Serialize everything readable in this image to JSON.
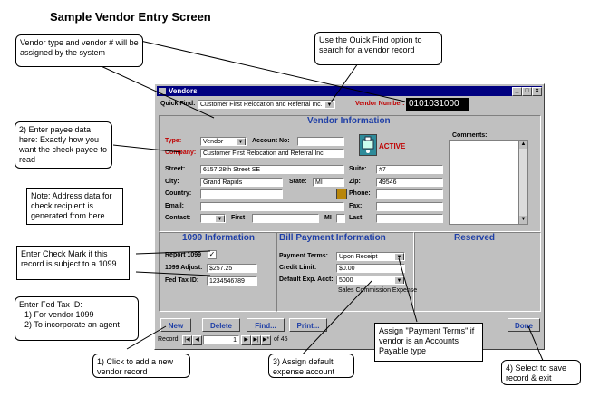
{
  "page_title": "Sample Vendor Entry Screen",
  "window": {
    "title": "Vendors",
    "quick_find_label": "Quick Find:",
    "quick_find_value": "Customer First Relocation and Referral Inc.",
    "vendor_number_label": "Vendor Number:",
    "vendor_number_value": "0101031000",
    "vendor_info_heading": "Vendor Information",
    "type_label": "Type:",
    "type_value": "Vendor",
    "account_no_label": "Account No:",
    "account_no_value": "",
    "company_label": "Company:",
    "company_value": "Customer First Relocation and Referral Inc.",
    "status": "ACTIVE",
    "comments_label": "Comments:",
    "street_label": "Street:",
    "street_value": "6157 28th Street SE",
    "suite_label": "Suite:",
    "suite_value": "#7",
    "city_label": "City:",
    "city_value": "Grand Rapids",
    "state_label": "State:",
    "state_value": "MI",
    "zip_label": "Zip:",
    "zip_value": "49546",
    "country_label": "Country:",
    "phone_label": "Phone:",
    "email_label": "Email:",
    "fax_label": "Fax:",
    "contact_label": "Contact:",
    "first_label": "First",
    "mi_label": "MI",
    "last_label": "Last",
    "section_1099": "1099 Information",
    "report_1099_label": "Report 1099",
    "report_1099_check": "✓",
    "adjust_1099_label": "1099 Adjust:",
    "adjust_1099_value": "$257.25",
    "fed_tax_label": "Fed Tax ID:",
    "fed_tax_value": "1234546789",
    "section_bill": "Bill Payment Information",
    "payment_terms_label": "Payment Terms:",
    "payment_terms_value": "Upon Receipt",
    "credit_limit_label": "Credit Limit:",
    "credit_limit_value": "$0.00",
    "default_exp_label": "Default Exp. Acct:",
    "default_exp_value": "5000",
    "default_exp_desc": "Sales Commission Expense",
    "section_reserved": "Reserved",
    "btn_new": "New",
    "btn_delete": "Delete",
    "btn_find": "Find...",
    "btn_print": "Print...",
    "btn_done": "Done",
    "record_label": "Record:",
    "record_current": "1",
    "record_total": "of  45"
  },
  "callouts": {
    "vendor_type": "Vendor type and vendor # will be assigned by the system",
    "quick_find": "Use the Quick Find option to search for a vendor record",
    "payee": "2) Enter payee data here:  Exactly how you want the check payee to read",
    "address_note": "Note: Address data for check recipient is generated from here",
    "check_mark": "Enter Check Mark if this record is subject to a 1099",
    "fed_tax_title": "Enter Fed Tax ID:",
    "fed_tax_1": "1)     For vendor 1099",
    "fed_tax_2": "2)     To incorporate an agent",
    "new_record": "1) Click to add a new vendor record",
    "default_expense": "3) Assign default expense account",
    "payment_terms": "Assign \"Payment Terms\" if vendor is an Accounts Payable type",
    "save": "4) Select to save record & exit"
  },
  "icons": [
    "window-icon",
    "dropdown-arrow-icon",
    "folder-icon",
    "search-icon",
    "nav-first-icon",
    "nav-prev-icon",
    "nav-next-icon",
    "nav-last-icon"
  ]
}
